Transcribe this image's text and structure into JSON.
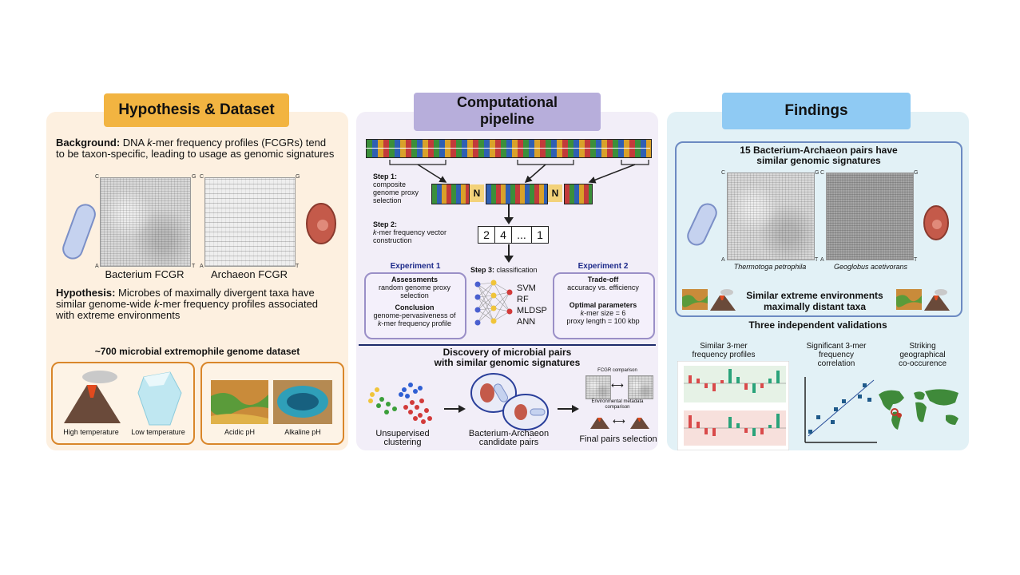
{
  "panel1": {
    "title": "Hypothesis & Dataset",
    "background_label": "Background:",
    "background_pre": " DNA ",
    "background_kmer": "k",
    "background_post": "-mer frequency profiles (FCGRs) tend",
    "background_line2": "to be taxon-specific, leading to usage as genomic signatures",
    "fcgr1_caption": "Bacterium FCGR",
    "fcgr2_caption": "Archaeon FCGR",
    "corners": {
      "c": "C",
      "g": "G",
      "a": "A",
      "t": "T"
    },
    "hypothesis_label": "Hypothesis:",
    "hypothesis_line1": " Microbes of maximally divergent taxa have",
    "hypothesis_line2_pre": "similar genome-wide ",
    "hypothesis_line2_k": "k",
    "hypothesis_line2_post": "-mer frequency profiles associated",
    "hypothesis_line3": "with extreme environments",
    "dataset_title": "~700 microbial extremophile genome dataset",
    "env_labels": [
      "High temperature",
      "Low temperature",
      "Acidic pH",
      "Alkaline pH"
    ]
  },
  "panel2": {
    "title_line1": "Computational",
    "title_line2": "pipeline",
    "step1_label": "Step 1:",
    "step1_text": [
      "composite",
      "genome proxy",
      "selection"
    ],
    "step2_label": "Step 2:",
    "step2_k": "k",
    "step2_text1": "-mer frequency vector",
    "step2_text2": "construction",
    "vector": [
      "2",
      "4",
      "...",
      "1"
    ],
    "n_label": "N",
    "step3_label": "Step 3:",
    "step3_text": " classification",
    "classifiers": [
      "SVM",
      "RF",
      "MLDSP",
      "ANN"
    ],
    "exp1": {
      "title": "Experiment 1",
      "assess_label": "Assessments",
      "assess_text": [
        "random genome proxy",
        "selection"
      ],
      "concl_label": "Conclusion",
      "concl_text1": "genome-pervasiveness of",
      "concl_text2_k": "k",
      "concl_text2": "-mer frequency profile"
    },
    "exp2": {
      "title": "Experiment 2",
      "trade_label": "Trade-off",
      "trade_text": "accuracy vs. efficiency",
      "opt_label": "Optimal parameters",
      "opt_k": "k",
      "opt_text1": "-mer size = 6",
      "opt_text2": "proxy length = 100 kbp"
    },
    "discovery_line1": "Discovery of microbial pairs",
    "discovery_line2": "with similar genomic signatures",
    "unsup_label": [
      "Unsupervised",
      "clustering"
    ],
    "candidate_label": [
      "Bacterium-Archaeon",
      "candidate pairs"
    ],
    "fcgr_comparison": "FCGR comparison",
    "env_meta": [
      "Environmental metadata",
      "comparison"
    ],
    "final_label": "Final pairs selection"
  },
  "panel3": {
    "title": "Findings",
    "pairs_line1": "15 Bacterium-Archaeon pairs have",
    "pairs_line2": "similar genomic signatures",
    "species1": "Thermotoga petrophila",
    "species2": "Geoglobus acetivorans",
    "env_line1": "Similar extreme environments",
    "env_line2": "maximally distant taxa",
    "validations_title": "Three independent validations",
    "val1": [
      "Similar 3-mer",
      "frequency profiles"
    ],
    "val2": [
      "Significant 3-mer",
      "frequency",
      "correlation"
    ],
    "val3": [
      "Striking",
      "geographical",
      "co-occurence"
    ]
  },
  "colors": {
    "panel1_bg": "#fdf0e0",
    "panel1_title": "#f2b441",
    "panel2_bg": "#f2eef8",
    "panel2_title": "#b7aedb",
    "panel3_bg": "#e2f1f6",
    "panel3_title": "#8fcaf3",
    "dna_A": "#3b8f3a",
    "dna_C": "#2f5fb3",
    "dna_G": "#d9a12a",
    "dna_T": "#c23a3a"
  }
}
